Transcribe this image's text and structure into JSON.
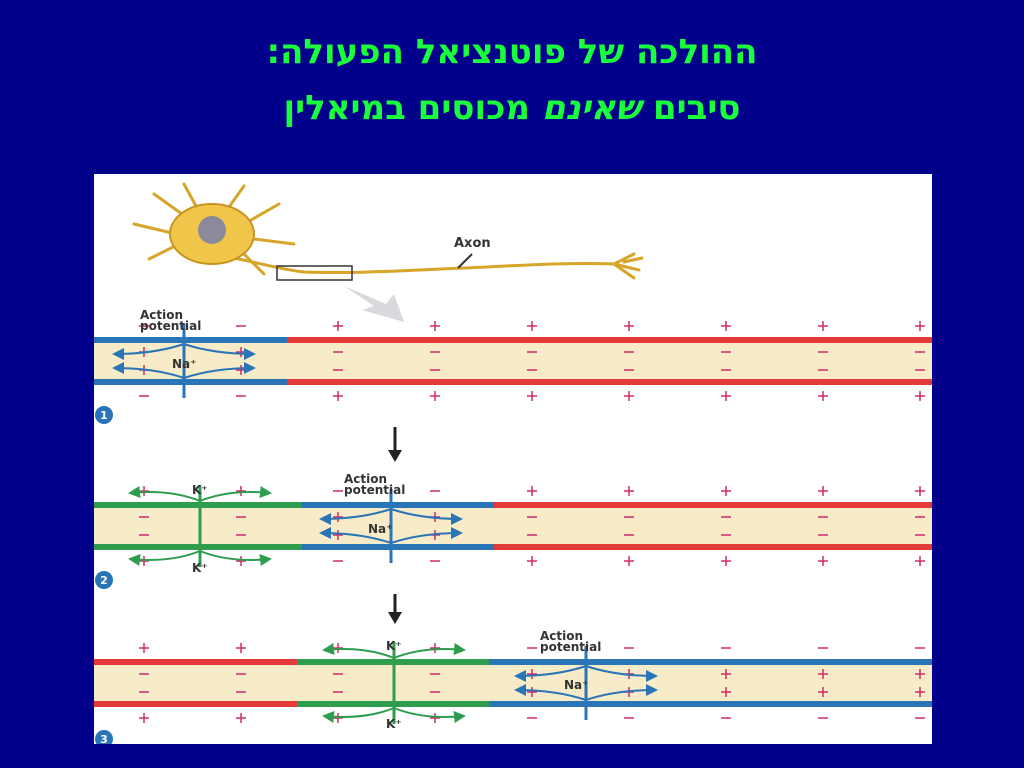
{
  "title": {
    "line1": "ההולכה של פוטנציאל הפעולה:",
    "line2_a": "סיבים ",
    "line2_b": "שאינם",
    "line2_c": " מכוסים במיאלין"
  },
  "diagram": {
    "axon_label": "Axon",
    "ap_label_1": "Action",
    "ap_label_2": "potential",
    "na_label": "Na⁺",
    "k_label": "K⁺",
    "steps": [
      "1",
      "2",
      "3"
    ]
  },
  "colors": {
    "background": "#00008b",
    "title": "#19ff3c",
    "resting_membrane": "#e53a3a",
    "depolarized_membrane": "#2a74b8",
    "repolarizing_membrane": "#2e9e4e",
    "cytoplasm": "#f8ebc8",
    "neuron": "#e8b93a"
  }
}
